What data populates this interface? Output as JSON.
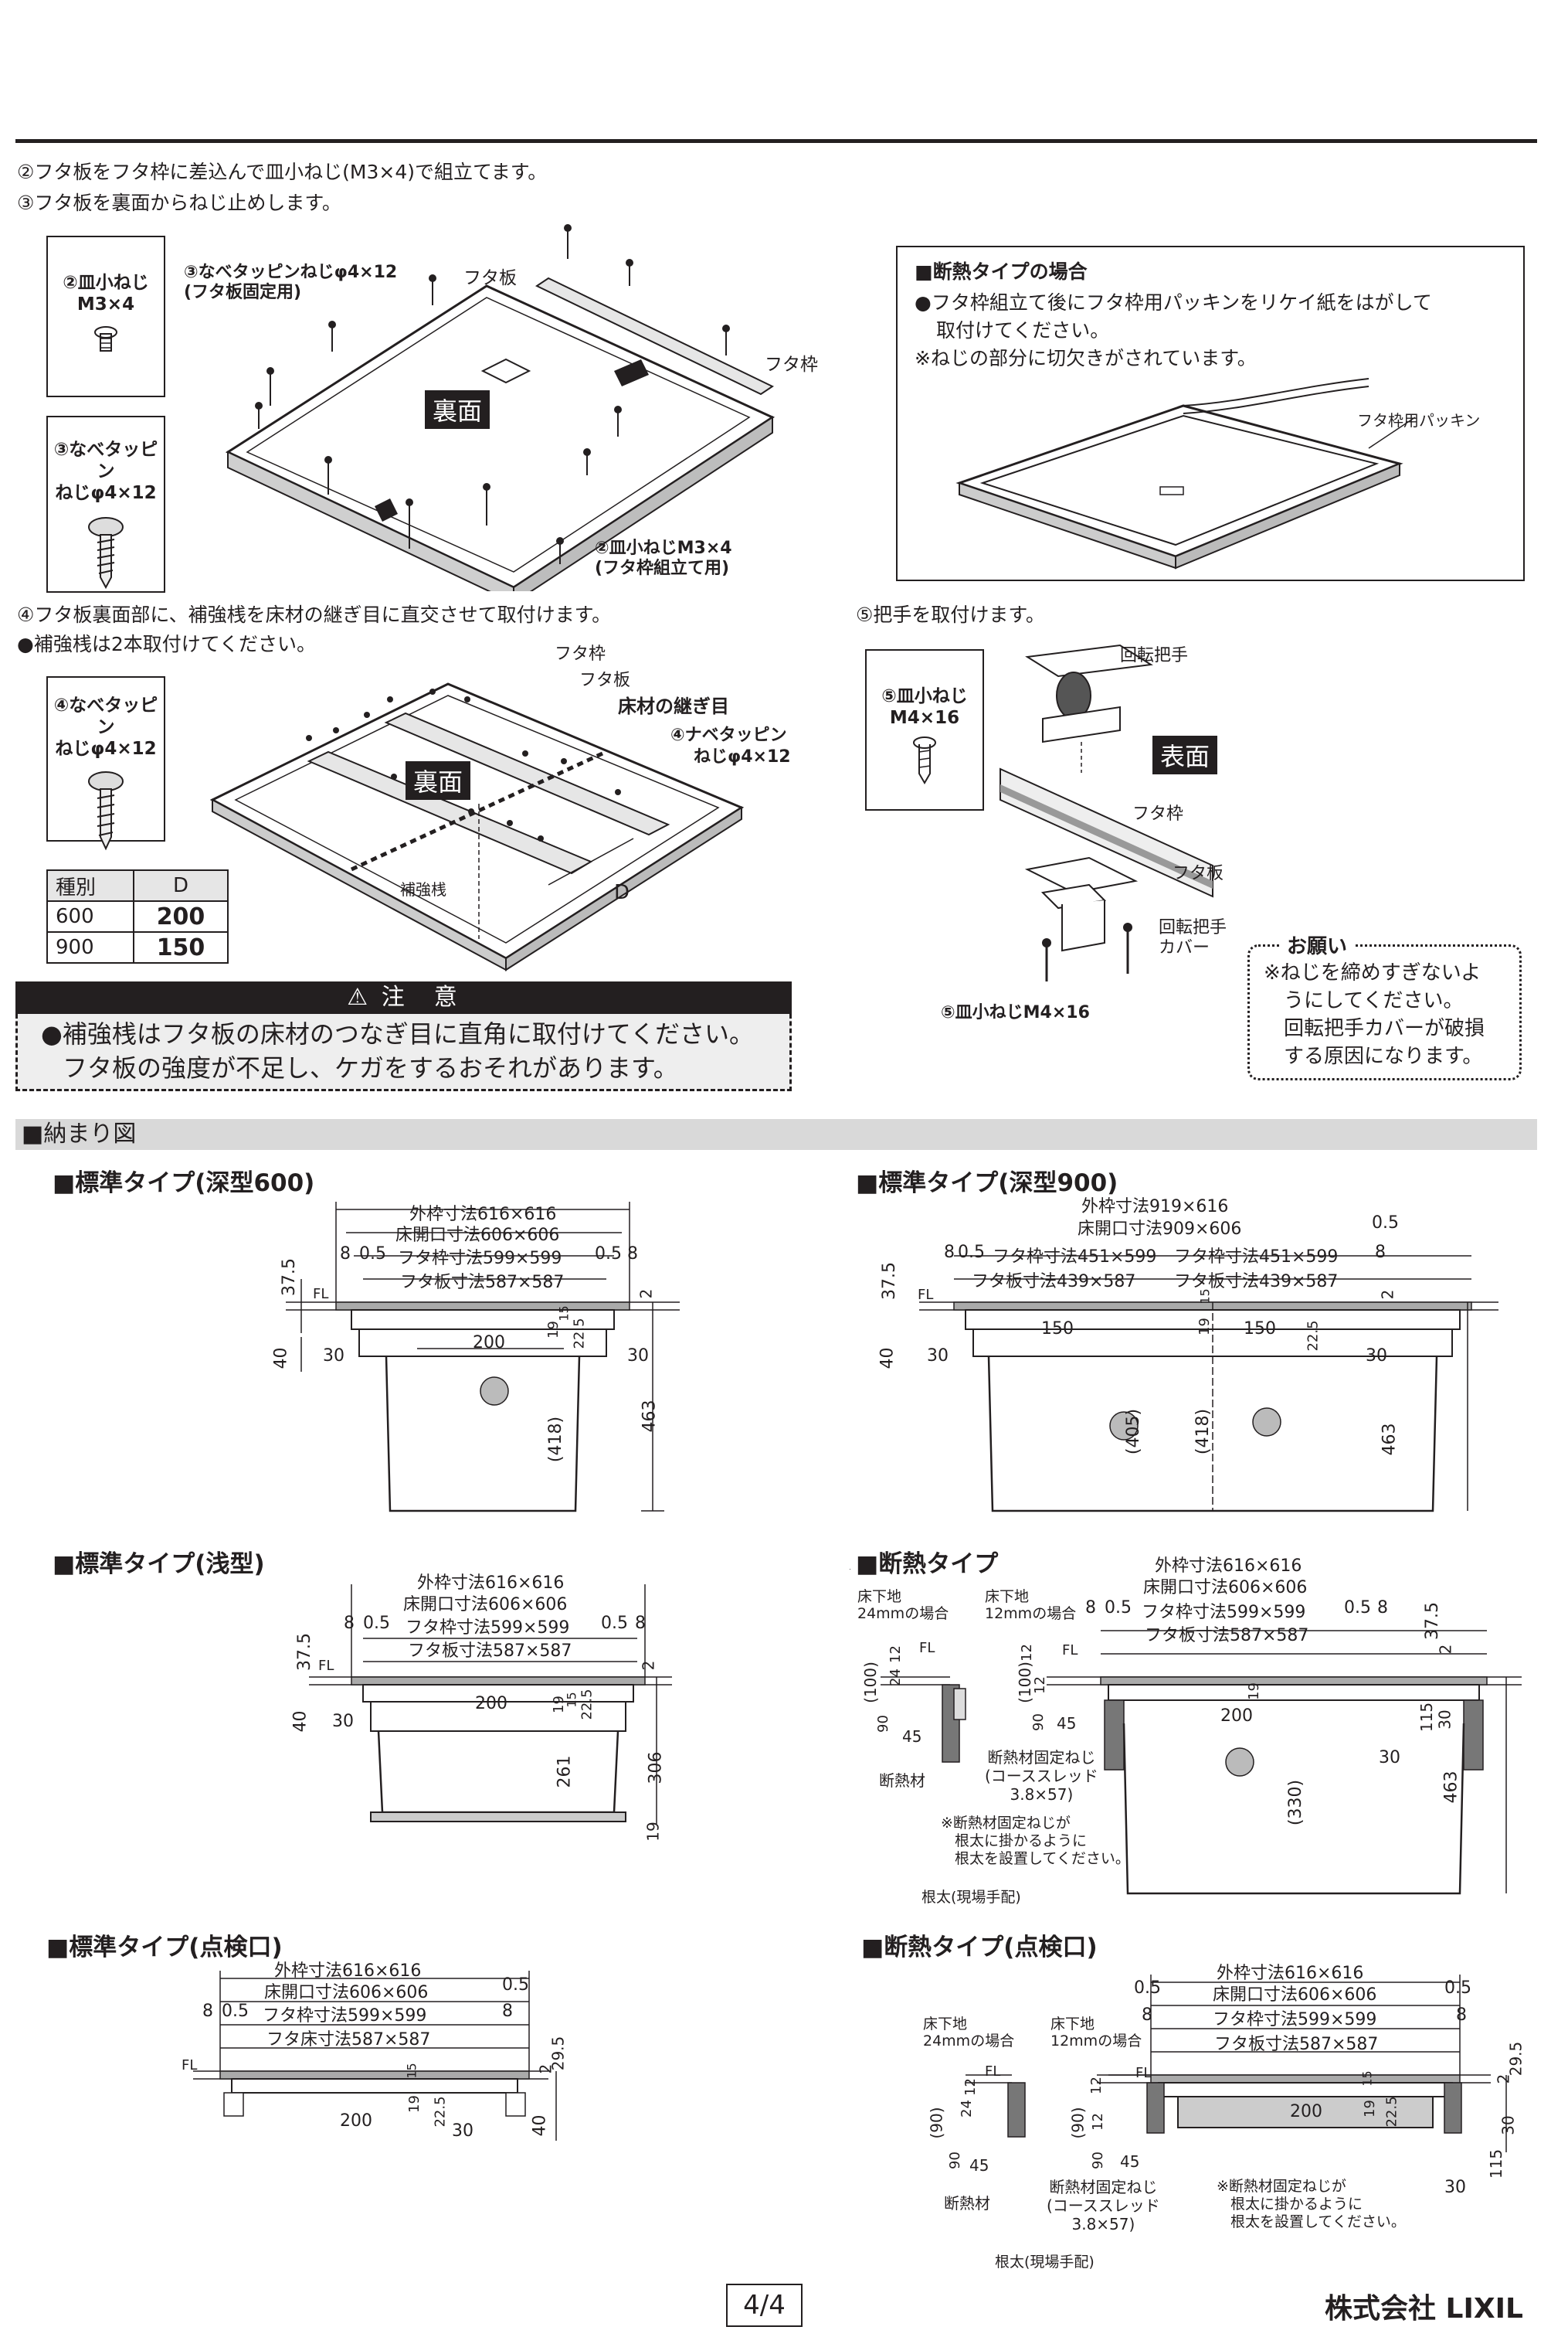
{
  "instructions": {
    "step2": "②フタ板をフタ枠に差込んで皿小ねじ(M3×4)で組立てます。",
    "step3": "③フタ板を裏面からねじ止めします。",
    "step4": "④フタ板裏面部に、補強桟を床材の継ぎ目に直交させて取付けます。",
    "step4_note": "●補強桟は2本取付けてください。",
    "step5": "⑤把手を取付けます。"
  },
  "parts": {
    "screw2_a": "②皿小ねじ",
    "screw2_b": "M3×4",
    "screw3_a": "③なべタッピン",
    "screw3_b": "ねじφ4×12",
    "screw4_a": "④なべタッピン",
    "screw4_b": "ねじφ4×12",
    "screw5_a": "⑤皿小ねじ",
    "screw5_b": "M4×16"
  },
  "fig1": {
    "callout3_a": "③なべタッピンねじφ4×12",
    "callout3_b": "(フタ板固定用)",
    "lid": "フタ板",
    "frame": "フタ枠",
    "back": "裏面",
    "callout2_a": "②皿小ねじM3×4",
    "callout2_b": "(フタ枠組立て用)"
  },
  "insulation_box": {
    "title": "■断熱タイプの場合",
    "line1": "●フタ枠組立て後にフタ枠用パッキンをリケイ紙をはがして",
    "line2": "取付けてください。",
    "line3": "※ねじの部分に切欠きがされています。",
    "packing": "フタ枠用パッキン"
  },
  "fig4": {
    "frame": "フタ枠",
    "lid": "フタ板",
    "seam": "床材の継ぎ目",
    "callout4_a": "④ナベタッピン",
    "callout4_b": "ねじφ4×12",
    "back": "裏面",
    "rib": "補強桟",
    "d": "D"
  },
  "spec_table": {
    "headers": [
      "種別",
      "D"
    ],
    "rows": [
      [
        "600",
        "200"
      ],
      [
        "900",
        "150"
      ]
    ]
  },
  "caution": {
    "title": "注　意",
    "line1": "●補強桟はフタ板の床材のつなぎ目に直角に取付けてください。",
    "line2": "フタ板の強度が不足し、ケガをするおそれがあります。"
  },
  "fig5": {
    "handle": "回転把手",
    "front": "表面",
    "frame": "フタ枠",
    "lid": "フタ板",
    "cover_a": "回転把手",
    "cover_b": "カバー",
    "screw": "⑤皿小ねじM4×16"
  },
  "request": {
    "title": "お願い",
    "line1": "※ねじを締めすぎないよ",
    "line2": "うにしてください。",
    "line3": "回転把手カバーが破損",
    "line4": "する原因になります。"
  },
  "section": {
    "title": "■納まり図"
  },
  "d600": {
    "title": "■標準タイプ(深型600)",
    "outer": "外枠寸法616×616",
    "opening": "床開口寸法606×606",
    "frame": "フタ枠寸法599×599",
    "lid": "フタ板寸法587×587",
    "n8": "8",
    "n05": "0.5",
    "n05b": "0.5",
    "n8b": "8",
    "h375": "37.5",
    "h40": "40",
    "fl": "FL",
    "n2": "2",
    "w30a": "30",
    "w200": "200",
    "w30b": "30",
    "v19": "19",
    "v15": "15",
    "v225": "22.5",
    "v418": "(418)",
    "v463": "463"
  },
  "d900": {
    "title": "■標準タイプ(深型900)",
    "outer": "外枠寸法919×616",
    "opening": "床開口寸法909×606",
    "frame_a": "フタ枠寸法451×599",
    "frame_b": "フタ枠寸法451×599",
    "lid_a": "フタ板寸法439×587",
    "lid_b": "フタ板寸法439×587",
    "n8": "8",
    "n05": "0.5",
    "n05t": "0.5",
    "n8b": "8",
    "h375": "37.5",
    "h40": "40",
    "fl": "FL",
    "n2": "2",
    "w30a": "30",
    "w150a": "150",
    "w150b": "150",
    "w30b": "30",
    "v19": "19",
    "v15": "15",
    "v225": "22.5",
    "v405": "(405)",
    "v418": "(418)",
    "v463": "463"
  },
  "shallow": {
    "title": "■標準タイプ(浅型)",
    "outer": "外枠寸法616×616",
    "opening": "床開口寸法606×606",
    "frame": "フタ枠寸法599×599",
    "lid": "フタ板寸法587×587",
    "n8": "8",
    "n05": "0.5",
    "n05b": "0.5",
    "n8b": "8",
    "h375": "37.5",
    "h40": "40",
    "fl": "FL",
    "n2": "2",
    "w30": "30",
    "w200": "200",
    "v19": "19",
    "v15": "15",
    "v225": "22.5",
    "v261": "261",
    "v306": "306",
    "v19b": "19"
  },
  "insul": {
    "title": "■断熱タイプ",
    "outer": "外枠寸法616×616",
    "opening": "床開口寸法606×606",
    "frame": "フタ枠寸法599×599",
    "lid": "フタ板寸法587×587",
    "floor24_a": "床下地",
    "floor24_b": "24mmの場合",
    "floor12_a": "床下地",
    "floor12_b": "12mmの場合",
    "n8": "8",
    "n05": "0.5",
    "n05b": "0.5",
    "n8b": "8",
    "h375": "37.5",
    "n2": "2",
    "fl": "FL",
    "p12": "12",
    "p24": "24",
    "p100": "(100)",
    "p90": "90",
    "p45": "45",
    "q12": "12",
    "q12b": "12",
    "q100": "(100)",
    "q90": "90",
    "q45": "45",
    "v19": "19",
    "v200": "200",
    "v330": "(330)",
    "v115": "115",
    "v30": "30",
    "v30b": "30",
    "v463": "463",
    "insulation": "断熱材",
    "screw_a": "断熱材固定ねじ",
    "screw_b": "(コーススレッド",
    "screw_c": "3.8×57)",
    "note_a": "※断熱材固定ねじが",
    "note_b": "根太に掛かるように",
    "note_c": "根太を設置してください。",
    "joist": "根太(現場手配)"
  },
  "inspect": {
    "title": "■標準タイプ(点検口)",
    "outer": "外枠寸法616×616",
    "opening": "床開口寸法606×606",
    "frame": "フタ枠寸法599×599",
    "lid": "フタ床寸法587×587",
    "n05t": "0.5",
    "n8": "8",
    "n05": "0.5",
    "n8b": "8",
    "fl": "FL",
    "n2": "2",
    "h295": "29.5",
    "v15": "15",
    "v19": "19",
    "v225": "22.5",
    "w200": "200",
    "w30": "30",
    "v40": "40"
  },
  "insul_inspect": {
    "title": "■断熱タイプ(点検口)",
    "outer": "外枠寸法616×616",
    "opening": "床開口寸法606×606",
    "frame": "フタ枠寸法599×599",
    "lid": "フタ板寸法587×587",
    "n05a": "0.5",
    "n05b": "0.5",
    "n8": "8",
    "n8b": "8",
    "floor24_a": "床下地",
    "floor24_b": "24mmの場合",
    "floor12_a": "床下地",
    "floor12_b": "12mmの場合",
    "fl": "FL",
    "fl2": "FL",
    "n2": "2",
    "h295": "29.5",
    "p12": "12",
    "p24": "24",
    "p90": "(90)",
    "p90b": "90",
    "p45": "45",
    "q12": "12",
    "q12b": "12",
    "q90": "(90)",
    "q90b": "90",
    "q45": "45",
    "v15": "15",
    "v19": "19",
    "v225": "22.5",
    "v200": "200",
    "v30": "30",
    "v115": "115",
    "v30b": "30",
    "insulation": "断熱材",
    "screw_a": "断熱材固定ねじ",
    "screw_b": "(コーススレッド",
    "screw_c": "3.8×57)",
    "note_a": "※断熱材固定ねじが",
    "note_b": "根太に掛かるように",
    "note_c": "根太を設置してください。",
    "joist": "根太(現場手配)"
  },
  "footer": {
    "page": "4/4",
    "company": "株式会社 LIXIL"
  }
}
